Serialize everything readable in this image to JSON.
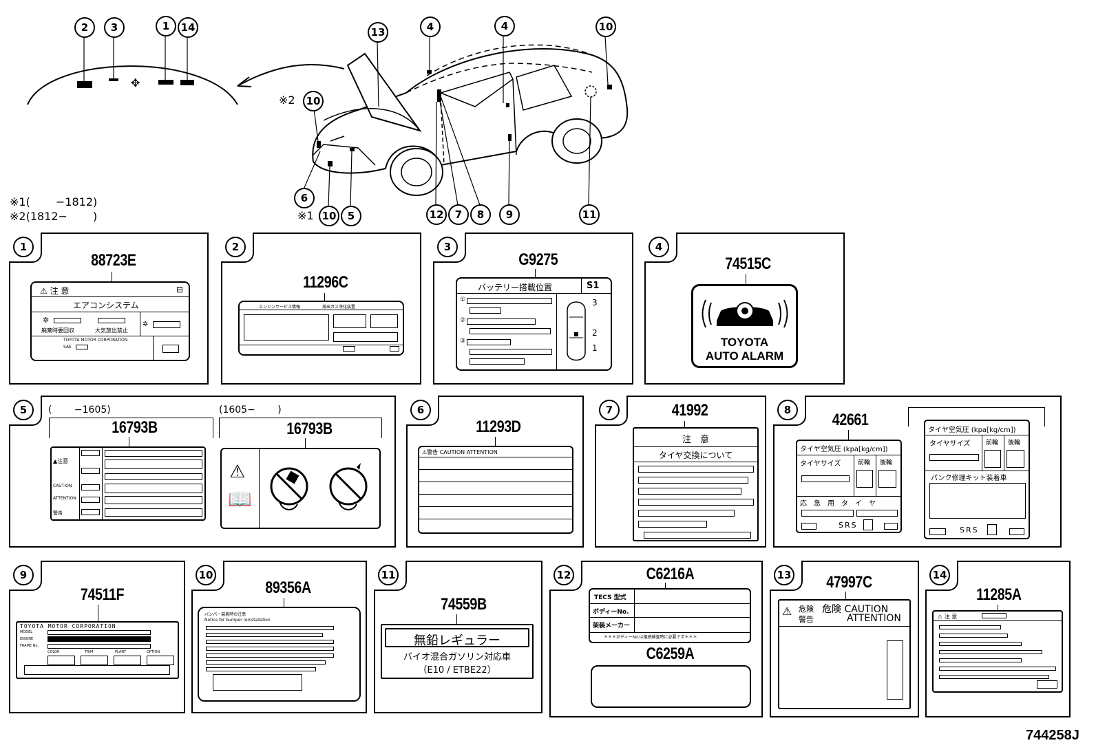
{
  "diagram_id": "744258J",
  "notes": [
    {
      "mark": "※1",
      "range": "(　　 −1812)"
    },
    {
      "mark": "※2",
      "range": "(1812−　　 )"
    }
  ],
  "overview": {
    "roof_callouts": [
      "2",
      "3",
      "1",
      "14"
    ],
    "car_callouts_top": [
      "13",
      "4",
      "4",
      "10"
    ],
    "car_callouts_bottom": [
      "6",
      "10",
      "5",
      "12",
      "7",
      "8",
      "9",
      "11"
    ],
    "note2_callout": "10",
    "mark1": "※1",
    "mark2": "※2"
  },
  "panels": [
    {
      "num": "1",
      "part": "88723E",
      "label": {
        "title": "⚠ 注 意",
        "subtitle": "エアコンシステム",
        "item1": "廃棄時要回収",
        "item2": "大気放出禁止",
        "footer": "TOYOTA MOTOR CORPORATION",
        "footer2": "SAE"
      }
    },
    {
      "num": "2",
      "part": "11296C",
      "label": {
        "header": "エンジンサービス情報",
        "header2": "排出ガス浄化装置"
      }
    },
    {
      "num": "3",
      "part": "G9275",
      "label": {
        "title": "バッテリー搭載位置",
        "code": "S1",
        "n1": "1",
        "n2": "2",
        "n3": "3"
      }
    },
    {
      "num": "4",
      "part": "74515C",
      "label": {
        "line1": "TOYOTA",
        "line2": "AUTO ALARM"
      }
    },
    {
      "num": "5",
      "part_a": "16793B",
      "part_b": "16793B",
      "range_a": "(　　 −1605)",
      "range_b": "(1605−　　 )",
      "label": {
        "r1": "▲注意",
        "r2": "CAUTION",
        "r3": "ATTENTION",
        "r4": "警告"
      }
    },
    {
      "num": "6",
      "part": "11293D",
      "label": {
        "header": "⚠警告 CAUTION ATTENTION"
      }
    },
    {
      "num": "7",
      "part": "41992",
      "label": {
        "title": "注　意",
        "subtitle": "タイヤ交換について"
      }
    },
    {
      "num": "8",
      "part": "42661",
      "label_a": {
        "title": "タイヤ空気圧 (kpa[kg/cm])",
        "col0": "タイヤサイズ",
        "col1": "前輪",
        "col2": "後輪",
        "row2": "応　急　用　タ　イ　ヤ",
        "srs": "SRS"
      },
      "label_b": {
        "title": "タイヤ空気圧 (kpa[kg/cm])",
        "col0": "タイヤサイズ",
        "col1": "前輪",
        "col2": "後輪",
        "row2": "パンク修理キット装着車",
        "srs": "SRS"
      }
    },
    {
      "num": "9",
      "part": "74511F",
      "label": {
        "title": "TOYOTA MOTOR CORPORATION",
        "model": "MODEL",
        "engine": "ENGINE",
        "frame": "FRAME No.",
        "c1": "COLOR",
        "c2": "TRIM",
        "c3": "PLANT",
        "c4": "OPTION"
      }
    },
    {
      "num": "10",
      "part": "89356A",
      "label": {
        "line1": "バンパー装着時の注意",
        "line2": "Notice for bumper reinstallation"
      }
    },
    {
      "num": "11",
      "part": "74559B",
      "label": {
        "line1": "無鉛レギュラー",
        "line2": "バイオ混合ガソリン対応車",
        "line3": "（E10 / ETBE22）"
      }
    },
    {
      "num": "12",
      "part_a": "C6216A",
      "part_b": "C6259A",
      "label": {
        "r1": "TECS 型式",
        "r2": "ボディーNo.",
        "r3": "架装メーカー",
        "footer": "＊＊＊ボディーNo.は継続検査時に必要です＊＊＊"
      }
    },
    {
      "num": "13",
      "part": "47997C",
      "label": {
        "l1": "危険",
        "l2": "警告",
        "l3": "危険 CAUTION",
        "l4": "ATTENTION"
      }
    },
    {
      "num": "14",
      "part": "11285A",
      "label": {
        "header": "⚠ 注 意"
      }
    }
  ]
}
